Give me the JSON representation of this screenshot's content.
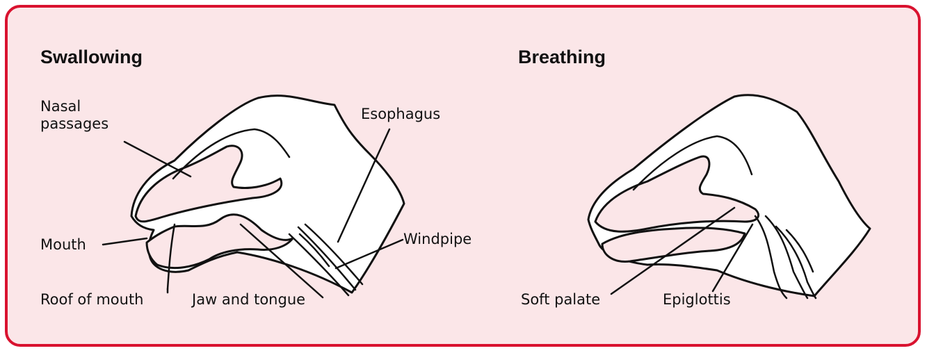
{
  "colors": {
    "border": "#d9122f",
    "background": "#fbe6e8",
    "tissue": "#ffffff",
    "ink": "#111111"
  },
  "swallowing": {
    "title": "Swallowing",
    "labels": {
      "nasal_line1": "Nasal",
      "nasal_line2": "passages",
      "esophagus": "Esophagus",
      "mouth": "Mouth",
      "windpipe": "Windpipe",
      "roof": "Roof of mouth",
      "jaw": "Jaw and tongue"
    }
  },
  "breathing": {
    "title": "Breathing",
    "labels": {
      "soft_palate": "Soft palate",
      "epiglottis": "Epiglottis"
    }
  }
}
